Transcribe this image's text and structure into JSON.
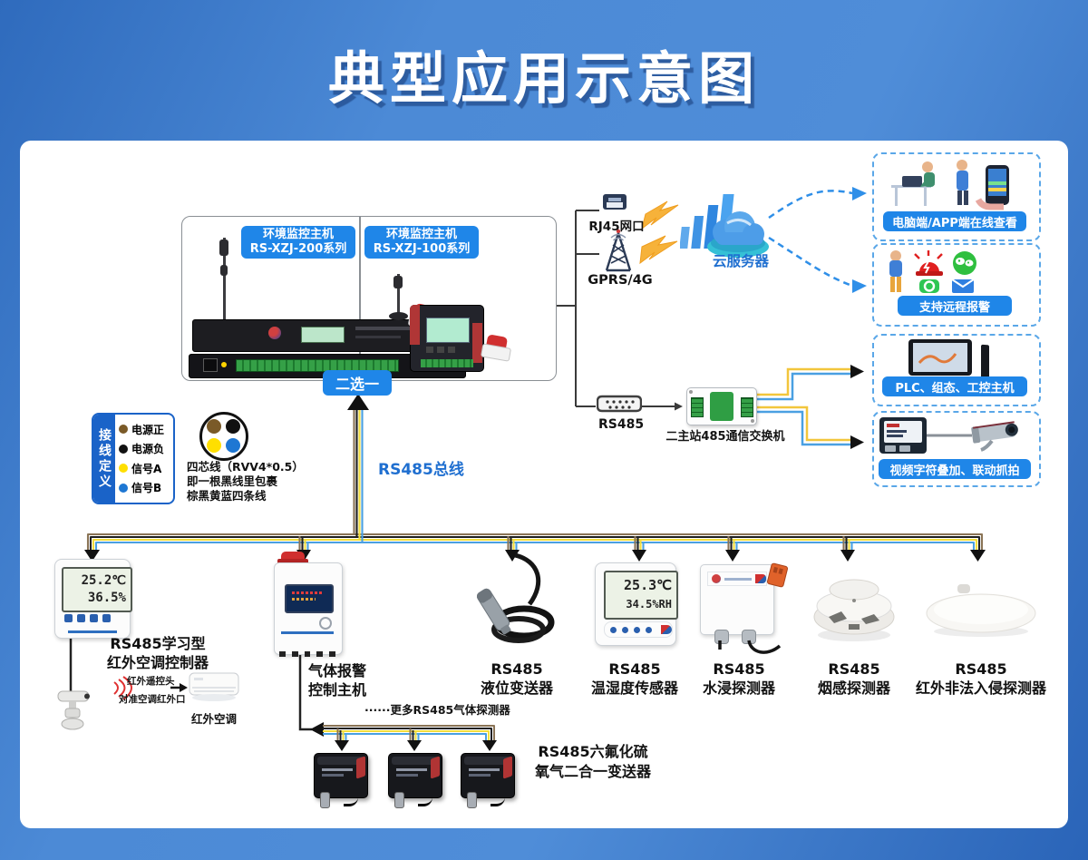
{
  "title": "典型应用示意图",
  "colors": {
    "accent_blue": "#1f86e8",
    "bus_label_blue": "#1f6fd0",
    "wire_brown": "#8a7456",
    "wire_black": "#202020",
    "wire_yellow": "#f2dd3c",
    "wire_blue": "#4aa0e2"
  },
  "hosts": {
    "host_200": {
      "line1": "环境监控主机",
      "line2": "RS-XZJ-200系列"
    },
    "host_100": {
      "line1": "环境监控主机",
      "line2": "RS-XZJ-100系列"
    },
    "choose_label": "二选一"
  },
  "legend": {
    "title": "接线定义",
    "items": [
      {
        "label": "电源正",
        "color": "#7a5a28"
      },
      {
        "label": "电源负",
        "color": "#111111"
      },
      {
        "label": "信号A",
        "color": "#ffdf00"
      },
      {
        "label": "信号B",
        "color": "#1e77d3"
      }
    ],
    "cable_note": {
      "line1": "四芯线（RVV4*0.5）",
      "line2": "即一根黑线里包裹",
      "line3": "棕黑黄蓝四条线"
    }
  },
  "uplink": {
    "rj45_label": "RJ45网口",
    "gprs_label": "GPRS/4G",
    "rs485_label": "RS485",
    "cloud_label": "云服务器",
    "switch_label": "二主站485通信交换机"
  },
  "outputs": {
    "view_label": "电脑端/APP端在线查看",
    "alarm_label": "支持远程报警",
    "plc_label": "PLC、组态、工控主机",
    "video_label": "视频字符叠加、联动抓拍"
  },
  "bus_label": "RS485总线",
  "devices": {
    "ac": {
      "line1": "RS485学习型",
      "line2": "红外空调控制器",
      "lcd_temp": "25.2℃",
      "lcd_hum": "36.5%",
      "ir_head_label": "红外遥控头",
      "ir_aim_label": "对准空调红外口",
      "ac_unit_label": "红外空调"
    },
    "gas_host": {
      "line1": "气体报警",
      "line2": "控制主机"
    },
    "level": {
      "line1": "RS485",
      "line2": "液位变送器"
    },
    "temp_hum": {
      "line1": "RS485",
      "line2": "温湿度传感器",
      "lcd_temp": "25.3℃",
      "lcd_hum": "34.5%RH"
    },
    "water": {
      "line1": "RS485",
      "line2": "水浸探测器"
    },
    "smoke": {
      "line1": "RS485",
      "line2": "烟感探测器"
    },
    "pir": {
      "line1": "RS485",
      "line2": "红外非法入侵探测器"
    },
    "gas_more_label": "······更多RS485气体探测器",
    "sf6": {
      "line1": "RS485六氟化硫",
      "line2": "氧气二合一变送器"
    }
  }
}
